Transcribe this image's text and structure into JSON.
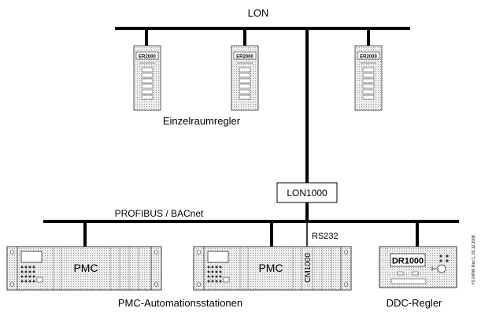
{
  "labels": {
    "lon_bus": "LON",
    "room_controllers": "Einzelraumregler",
    "gateway": "LON1000",
    "field_bus": "PROFIBUS / BACnet",
    "serial_link": "RS232",
    "automation_stations": "PMC-Automationsstationen",
    "ddc": "DDC-Regler",
    "side_note": "YS D/RW Rev 1, 03.12.2008"
  },
  "devices": {
    "room_controller_model": "ER2000",
    "pmc_label": "PMC",
    "cm_module": "CM1000",
    "ddc_model": "DR1000"
  },
  "colors": {
    "line": "#000000",
    "panel_fill": "#e9e9e9",
    "panel_stroke": "#333333"
  }
}
